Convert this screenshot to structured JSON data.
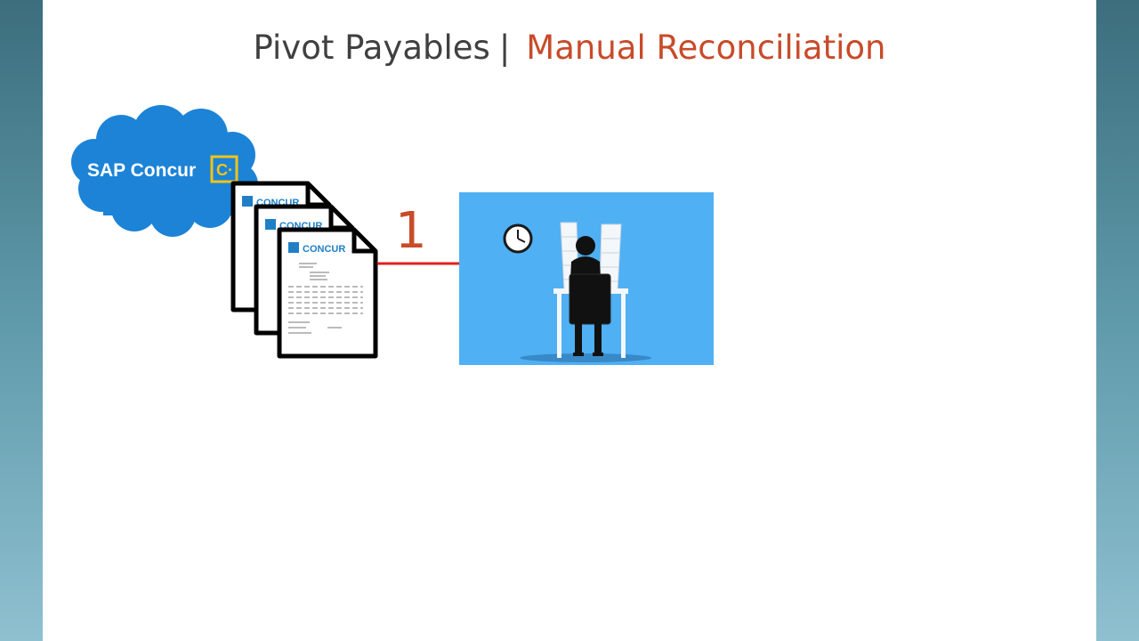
{
  "title": {
    "prefix": "Pivot Payables",
    "separator": "|",
    "highlight": "Manual Reconciliation"
  },
  "cloud": {
    "label": "SAP Concur",
    "logo_letter": "C·"
  },
  "documents": {
    "label": "CONCUR",
    "count": 3
  },
  "step": {
    "number": "1"
  },
  "icons": [
    "cloud-icon",
    "document-icon",
    "arrow-right-icon",
    "clock-icon",
    "person-at-desk-icon"
  ],
  "colors": {
    "accent": "#c84b2a",
    "cloud": "#1c83d6",
    "panel": "#4fb0f4",
    "arrow": "#e02020",
    "logo_gold": "#f0c419"
  }
}
